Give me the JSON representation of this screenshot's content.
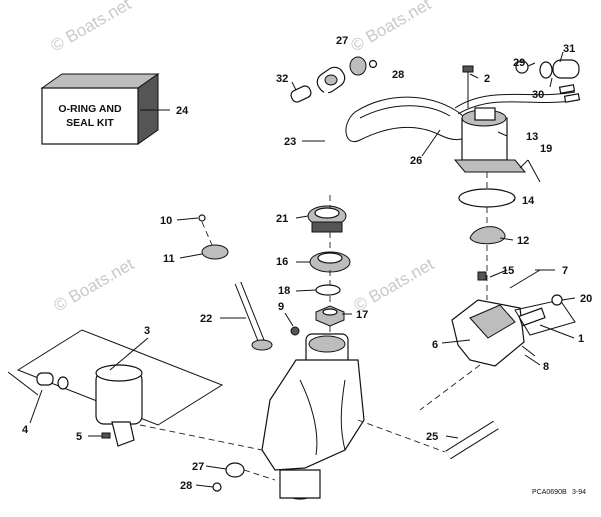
{
  "watermark": "© Boats.net",
  "kit_box": {
    "line1": "O-RING AND",
    "line2": "SEAL KIT"
  },
  "callouts": [
    "1",
    "2",
    "3",
    "4",
    "5",
    "6",
    "7",
    "8",
    "9",
    "10",
    "11",
    "12",
    "13",
    "14",
    "15",
    "16",
    "17",
    "18",
    "19",
    "20",
    "21",
    "22",
    "23",
    "24",
    "25",
    "26",
    "27",
    "28",
    "29",
    "30",
    "31",
    "32"
  ],
  "callout_27b": "27",
  "callout_28b": "28",
  "footer": {
    "code": "PCA0690B",
    "date": "3-94"
  }
}
